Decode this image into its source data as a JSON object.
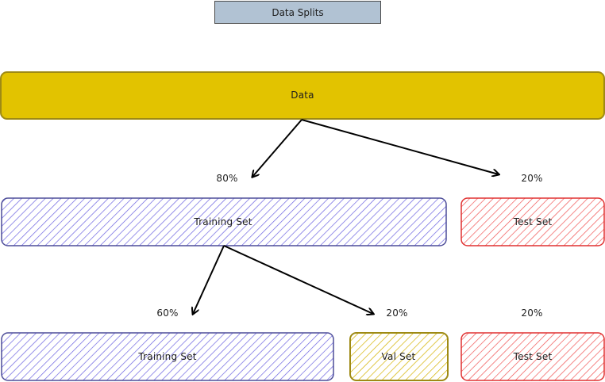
{
  "title": "Data Splits",
  "data_block": {
    "label": "Data",
    "color": "#e2c300"
  },
  "level1": {
    "train": {
      "label": "Training Set",
      "pct": "80%",
      "color": "#6b62e0"
    },
    "test": {
      "label": "Test Set",
      "pct": "20%",
      "color": "#f05454"
    }
  },
  "level2": {
    "train": {
      "label": "Training Set",
      "pct": "60%",
      "color": "#6b62e0"
    },
    "val": {
      "label": "Val Set",
      "pct": "20%",
      "color": "#e2c300"
    },
    "test": {
      "label": "Test Set",
      "pct": "20%",
      "color": "#f05454"
    }
  }
}
